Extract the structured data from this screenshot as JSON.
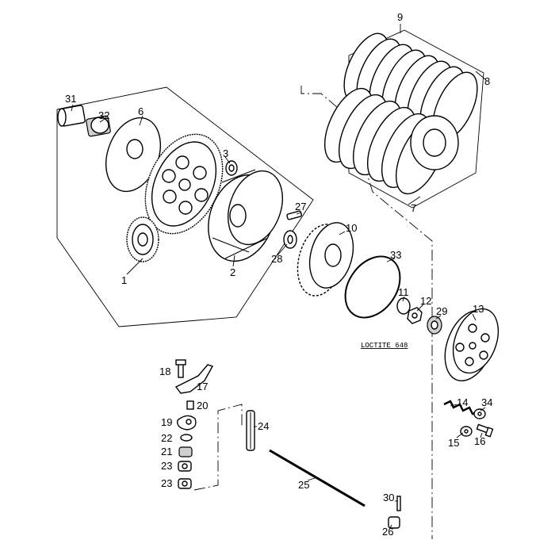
{
  "callouts": {
    "p1": "1",
    "p2": "2",
    "p3": "3",
    "p6": "6",
    "p7": "7",
    "p8": "8",
    "p9": "9",
    "p10": "10",
    "p11": "11",
    "p12": "12",
    "p13": "13",
    "p14": "14",
    "p15": "15",
    "p16": "16",
    "p17": "17",
    "p18": "18",
    "p19": "19",
    "p20": "20",
    "p21": "21",
    "p22": "22",
    "p23a": "23",
    "p23b": "23",
    "p24": "24",
    "p25": "25",
    "p26": "26",
    "p27": "27",
    "p28": "28",
    "p29": "29",
    "p30": "30",
    "p31": "31",
    "p32": "32",
    "p33": "33",
    "p34": "34"
  },
  "notes": {
    "loctite": "LOCTITE 648"
  }
}
